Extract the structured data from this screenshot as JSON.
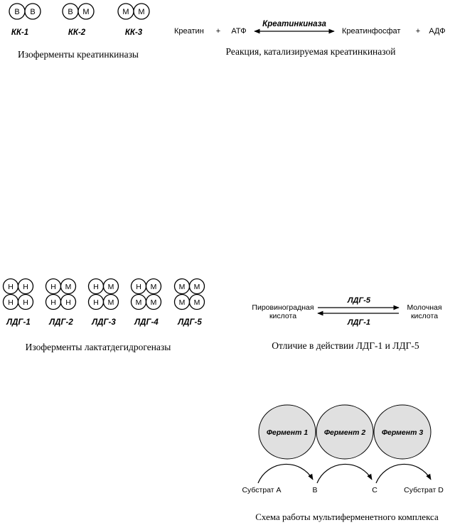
{
  "kk": {
    "isoforms": [
      {
        "name": "КК-1",
        "subunits": [
          "B",
          "B"
        ]
      },
      {
        "name": "КК-2",
        "subunits": [
          "B",
          "M"
        ]
      },
      {
        "name": "КК-3",
        "subunits": [
          "M",
          "M"
        ]
      }
    ],
    "caption": "Изоферменты креатинкиназы"
  },
  "reaction": {
    "left1": "Креатин",
    "plus1": "+",
    "left2": "АТФ",
    "enzyme": "Креатинкиназа",
    "right1": "Креатинфосфат",
    "plus2": "+",
    "right2": "АДФ",
    "caption": "Реакция, катализируемая креатинкиназой"
  },
  "ldh": {
    "isoforms": [
      {
        "name": "ЛДГ-1",
        "subunits": [
          "H",
          "H",
          "H",
          "H"
        ]
      },
      {
        "name": "ЛДГ-2",
        "subunits": [
          "H",
          "M",
          "H",
          "H"
        ]
      },
      {
        "name": "ЛДГ-3",
        "subunits": [
          "H",
          "M",
          "H",
          "M"
        ]
      },
      {
        "name": "ЛДГ-4",
        "subunits": [
          "H",
          "M",
          "M",
          "M"
        ]
      },
      {
        "name": "ЛДГ-5",
        "subunits": [
          "M",
          "M",
          "M",
          "M"
        ]
      }
    ],
    "caption": "Изоферменты лактатдегидрогеназы"
  },
  "ldh_action": {
    "left_line1": "Пировиноградная",
    "left_line2": "кислота",
    "right_line1": "Молочная",
    "right_line2": "кислота",
    "top_label": "ЛДГ-5",
    "bottom_label": "ЛДГ-1",
    "caption": "Отличие в действии ЛДГ-1 и ЛДГ-5"
  },
  "multi": {
    "enzymes": [
      "Фермент 1",
      "Фермент 2",
      "Фермент 3"
    ],
    "substrates": [
      "Субстрат A",
      "B",
      "C",
      "Субстрат D"
    ],
    "caption": "Схема работы мультиферменетного комплекса",
    "enzyme_fill": "#e0e0e0"
  }
}
